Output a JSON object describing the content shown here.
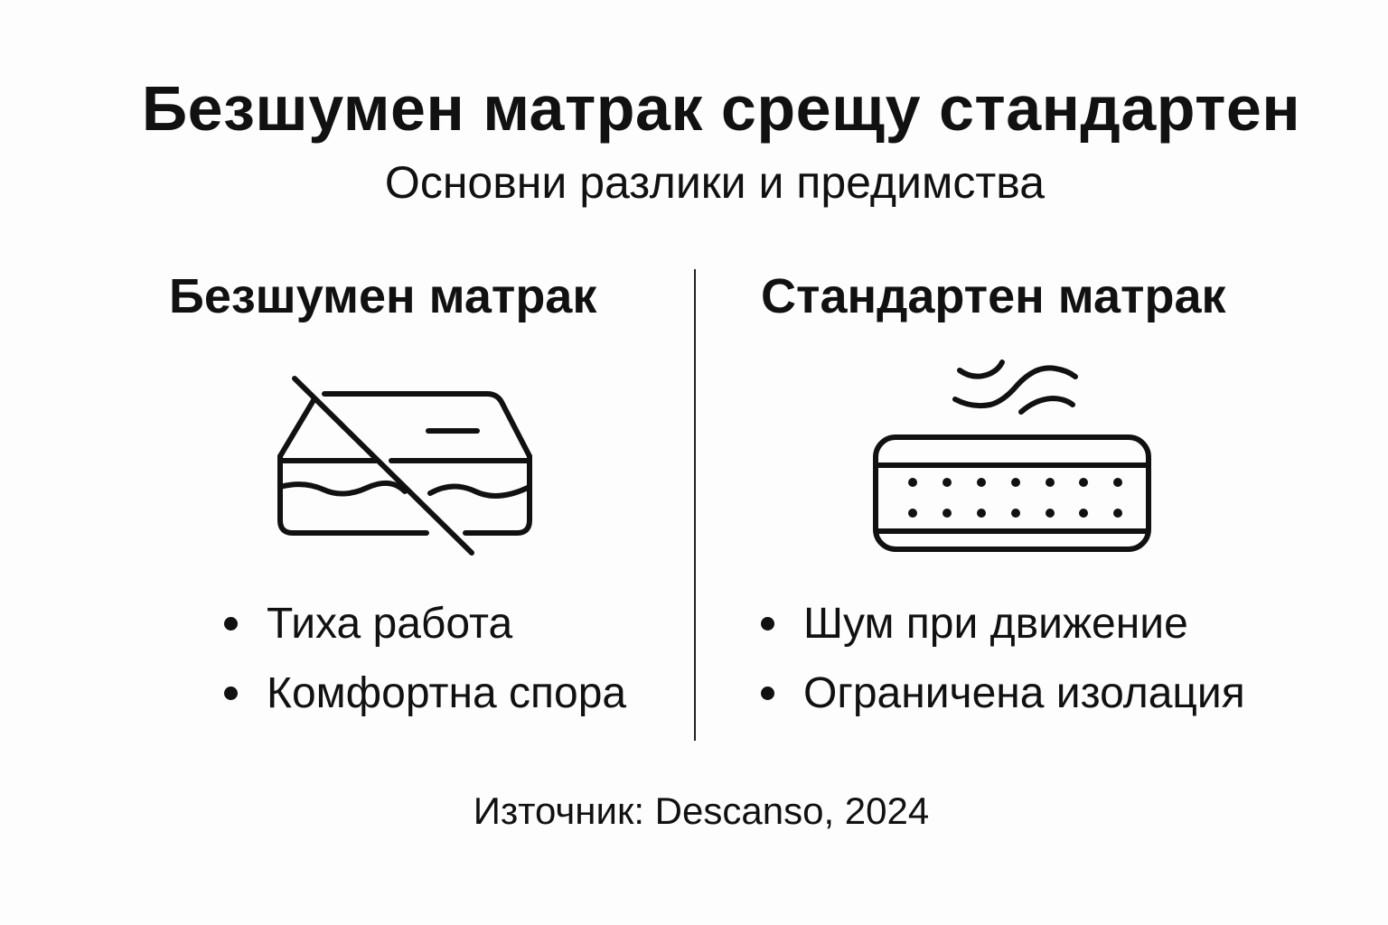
{
  "header": {
    "title": "Безшумен матрак срещу стандартен",
    "subtitle": "Основни разлики и предимства"
  },
  "columns": {
    "left": {
      "heading": "Безшумен матрак",
      "icon": "crossed-out-mattress-icon",
      "bullets": [
        "Тиха работа",
        "Комфортна спора"
      ]
    },
    "right": {
      "heading": "Стандартен матрак",
      "icon": "noisy-spring-mattress-icon",
      "bullets": [
        "Шум при движение",
        "Ограничена изолация"
      ]
    }
  },
  "footer": {
    "source": "Източник: Descanso, 2024"
  },
  "colors": {
    "background": "#fdfdfd",
    "ink": "#111111"
  }
}
